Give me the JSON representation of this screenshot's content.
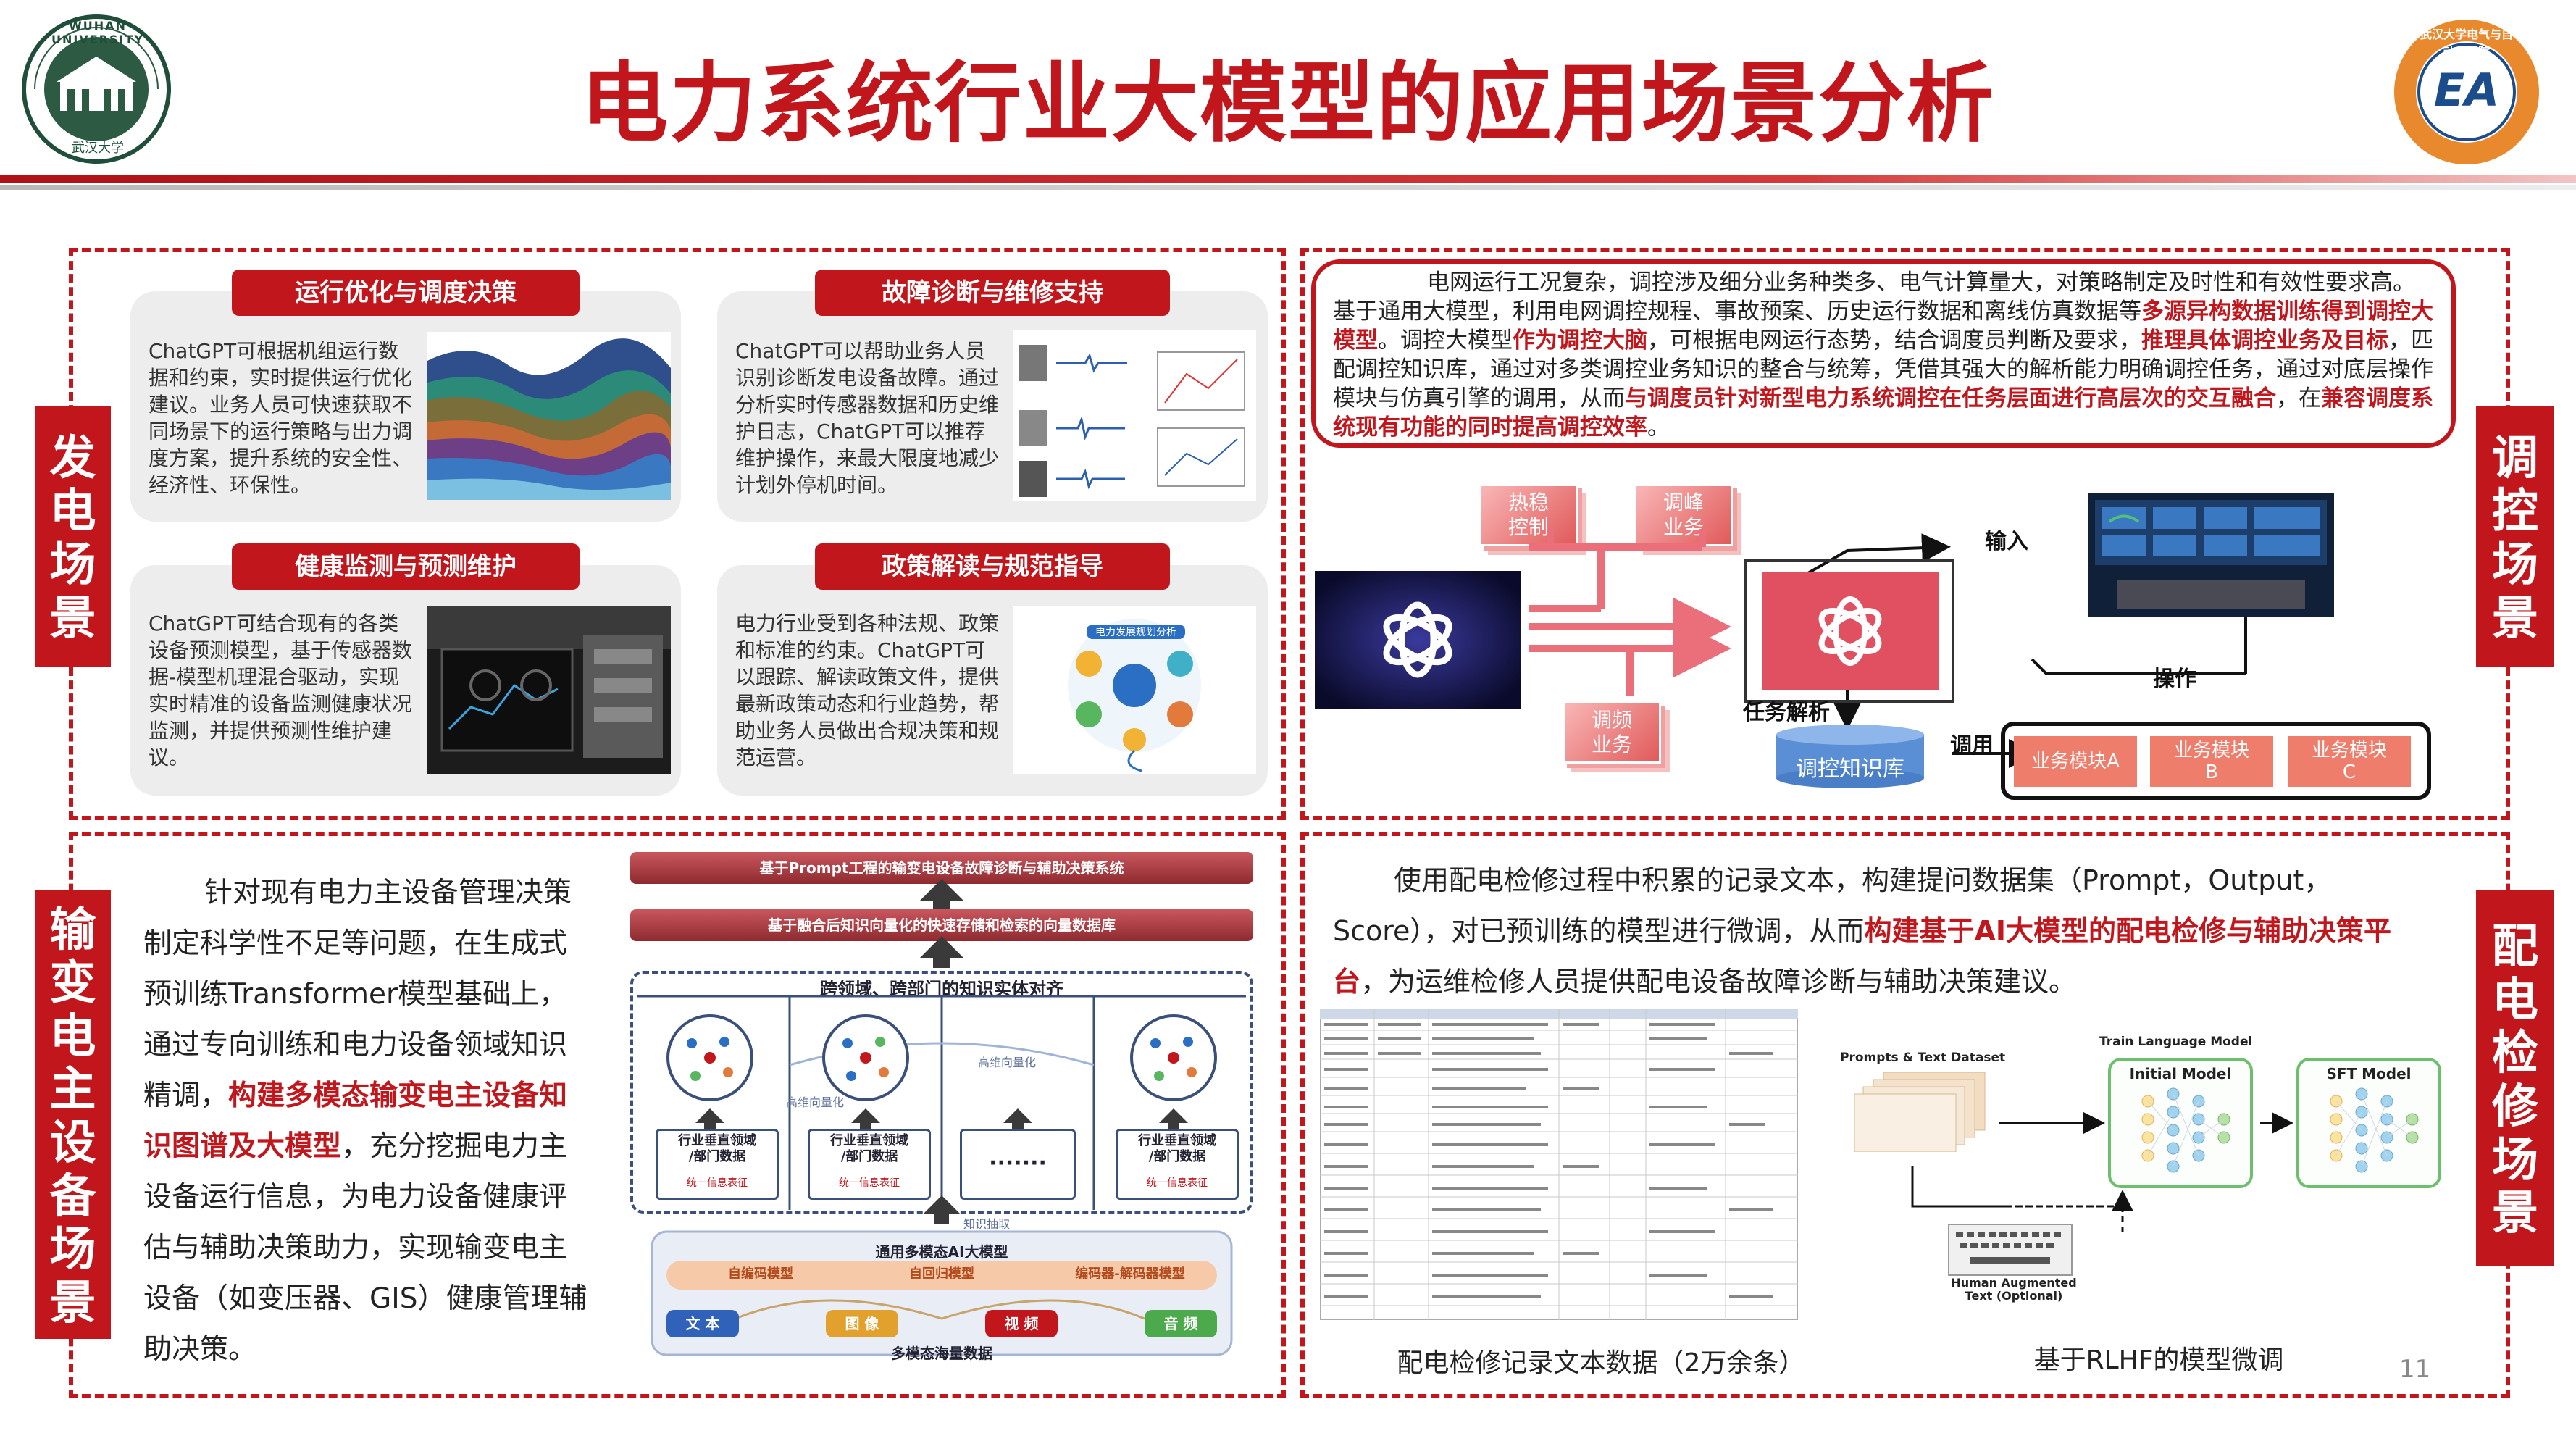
{
  "header": {
    "title": "电力系统行业大模型的应用场景分析",
    "left_logo_ring_text": "WUHAN UNIVERSITY",
    "left_logo_bottom_text": "武汉大学",
    "right_logo_ring_text": "武汉大学电气与自动化学院",
    "right_logo_center": "EA"
  },
  "generation": {
    "side_label": "发电场景",
    "cards": [
      {
        "title": "运行优化与调度决策",
        "text": "ChatGPT可根据机组运行数据和约束，实时提供运行优化建议。业务人员可快速获取不同场景下的运行策略与出力调度方案，提升系统的安全性、经济性、环保性。"
      },
      {
        "title": "故障诊断与维修支持",
        "text": "ChatGPT可以帮助业务人员识别诊断发电设备故障。通过分析实时传感器数据和历史维护日志，ChatGPT可以推荐维护操作，来最大限度地减少计划外停机时间。"
      },
      {
        "title": "健康监测与预测维护",
        "text": "ChatGPT可结合现有的各类设备预测模型，基于传感器数据-模型机理混合驱动，实现实时精准的设备监测健康状况监测，并提供预测性维护建议。"
      },
      {
        "title": "政策解读与规范指导",
        "text": "电力行业受到各种法规、政策和标准的约束。ChatGPT可以跟踪、解读政策文件，提供最新政策动态和行业趋势，帮助业务人员做出合规决策和规范运营。"
      }
    ],
    "policy_thumb_title": "电力发展规划分析"
  },
  "dispatch": {
    "side_label": "调控场景",
    "text_runs": [
      {
        "t": "电网运行工况复杂，调控涉及细分业务种类多、电气计算量大，对策略制定及时性和有效性要求高。基于通用大模型，利用电网调控规程、事故预案、历史运行数据和离线仿真数据等",
        "red": false
      },
      {
        "t": "多源异构数据训练得到调控大模型",
        "red": true
      },
      {
        "t": "。调控大模型",
        "red": false
      },
      {
        "t": "作为调控大脑",
        "red": true
      },
      {
        "t": "，可根据电网运行态势，结合调度员判断及要求，",
        "red": false
      },
      {
        "t": "推理具体调控业务及目标",
        "red": true
      },
      {
        "t": "，匹配调控知识库，通过对多类调控业务知识的整合与统筹，凭借其强大的解析能力明确调控任务，通过对底层操作模块与仿真引擎的调用，从而",
        "red": false
      },
      {
        "t": "与调度员针对新型电力系统调控在任务层面进行高层次的交互融合",
        "red": true
      },
      {
        "t": "，在",
        "red": false
      },
      {
        "t": "兼容调度系统现有功能的同时提高调控效率",
        "red": true
      },
      {
        "t": "。",
        "red": false
      }
    ],
    "diagram": {
      "box_hot": "热稳\n控制",
      "box_peak": "调峰\n业务",
      "box_freq": "调频\n业务",
      "label_input": "输入",
      "label_operate": "操作",
      "label_parse": "任务解析",
      "label_call": "调用",
      "kb": "调控知识库",
      "modules": [
        "业务模块A",
        "业务模块\nB",
        "业务模块\nC"
      ]
    }
  },
  "transmission": {
    "side_label": "输变电主设备场景",
    "text_runs": [
      {
        "t": "针对现有电力主设备管理决策制定科学性不足等问题，在生成式预训练Transformer模型基础上，通过专向训练和电力设备领域知识精调，",
        "red": false
      },
      {
        "t": "构建多模态输变电主设备知识图谱及大模型",
        "red": true
      },
      {
        "t": "，充分挖掘电力主设备运行信息，为电力设备健康评估与辅助决策助力，实现输变电主设备（如变压器、GIS）健康管理辅助决策。",
        "red": false
      }
    ],
    "diagram": {
      "top_bar": "基于Prompt工程的输变电设备故障诊断与辅助决策系统",
      "second_bar": "基于融合后知识向量化的快速存储和检索的向量数据库",
      "align_label": "跨领域、跨部门的知识实体对齐",
      "mid_label_1": "高维向量化",
      "mid_label_2": "高维向量化",
      "domain_title": "行业垂直领域\n/部门数据",
      "domain_sub": "统一信息表征",
      "dots": "·······",
      "extract_label": "知识抽取",
      "base_title": "通用多模态AI大模型",
      "models": [
        "自编码模型",
        "自回归模型",
        "编码器-解码器模型"
      ],
      "modalities": [
        "文 本",
        "图 像",
        "视 频",
        "音 频"
      ],
      "bottom_label": "多模态海量数据"
    }
  },
  "distribution": {
    "side_label": "配电检修场景",
    "text_runs": [
      {
        "t": "使用配电检修过程中积累的记录文本，构建提问数据集（Prompt，Output，Score），对已预训练的模型进行微调，从而",
        "red": false
      },
      {
        "t": "构建基于AI大模型的配电检修与辅助决策平台",
        "red": true
      },
      {
        "t": "，为运维检修人员提供配电设备故障诊断与辅助决策建议。",
        "red": false
      }
    ],
    "caption_left": "配电检修记录文本数据（2万余条）",
    "caption_right": "基于RLHF的模型微调",
    "rlhf": {
      "dataset": "Prompts & Text Dataset",
      "train_title": "Train Language Model",
      "initial": "Initial Model",
      "sft": "SFT Model",
      "human": "Human Augmented\nText (Optional)"
    }
  },
  "page_number": "11"
}
